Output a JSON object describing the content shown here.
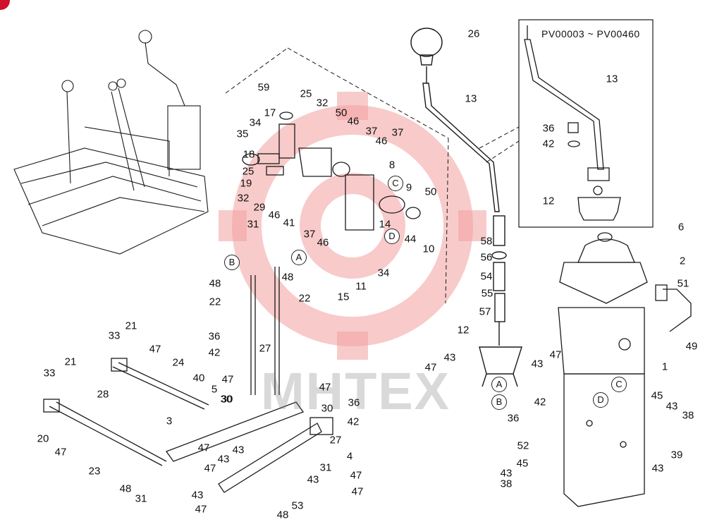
{
  "header": {
    "serial_range": "PV00003 ~ PV00460"
  },
  "watermark": {
    "text": "MHTEX",
    "color": "#f3a0a0"
  },
  "colors": {
    "line": "#1a1a1a",
    "watermark_gear": "#f3a0a0",
    "badge": "#d0112b"
  },
  "part_labels": [
    "26",
    "13",
    "13",
    "36",
    "42",
    "12",
    "59",
    "17",
    "25",
    "32",
    "50",
    "46",
    "37",
    "35",
    "34",
    "37",
    "46",
    "18",
    "8",
    "25",
    "19",
    "9",
    "50",
    "32",
    "29",
    "46",
    "41",
    "37",
    "14",
    "44",
    "10",
    "31",
    "46",
    "D",
    "34",
    "11",
    "15",
    "C",
    "A",
    "B",
    "48",
    "48",
    "22",
    "22",
    "36",
    "42",
    "27",
    "47",
    "47",
    "30",
    "30",
    "36",
    "42",
    "27",
    "4",
    "31",
    "43",
    "47",
    "47",
    "43",
    "43",
    "47",
    "47",
    "53",
    "48",
    "43",
    "47",
    "5",
    "40",
    "30",
    "3",
    "21",
    "33",
    "47",
    "24",
    "21",
    "33",
    "28",
    "20",
    "47",
    "23",
    "48",
    "31",
    "58",
    "56",
    "54",
    "55",
    "57",
    "12",
    "43",
    "47",
    "47",
    "43",
    "A",
    "B",
    "42",
    "36",
    "52",
    "43",
    "45",
    "38",
    "6",
    "2",
    "51",
    "49",
    "1",
    "C",
    "D",
    "45",
    "43",
    "38",
    "39",
    "43"
  ]
}
